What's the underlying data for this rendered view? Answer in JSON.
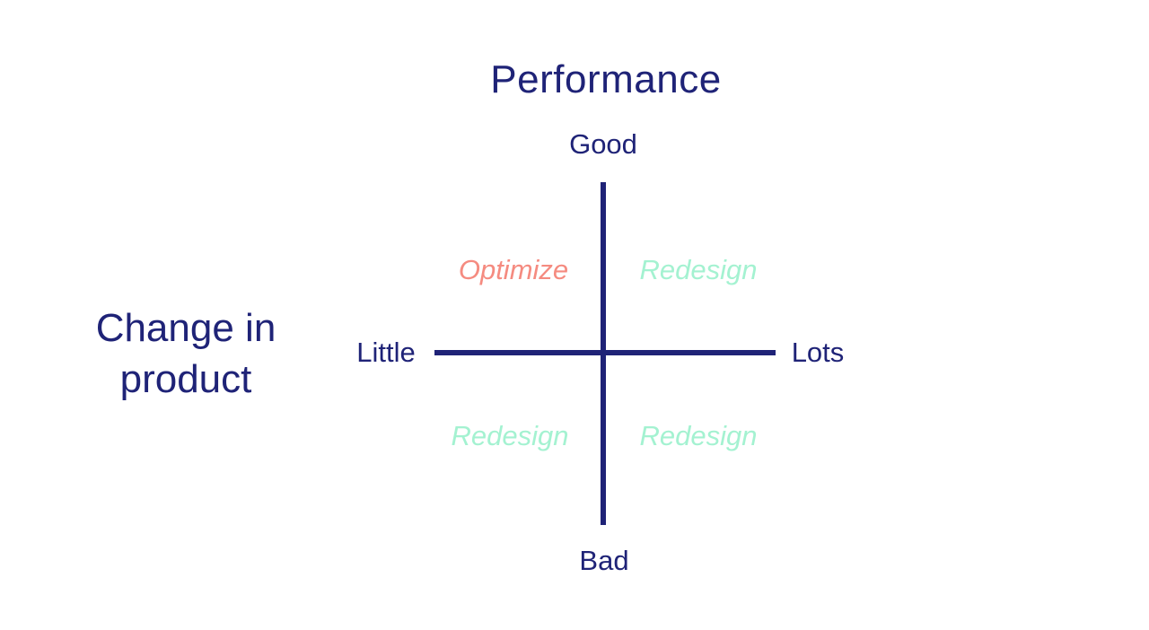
{
  "diagram": {
    "title": "Performance",
    "y_axis": {
      "top_label": "Good",
      "bottom_label": "Bad"
    },
    "x_axis": {
      "left_label": "Little",
      "right_label": "Lots"
    },
    "left_title": {
      "line1": "Change in",
      "line2": "product"
    },
    "quadrants": {
      "top_left": "Optimize",
      "top_right": "Redesign",
      "bottom_left": "Redesign",
      "bottom_right": "Redesign"
    },
    "colors": {
      "navy": "#1F2377",
      "salmon": "#F58B80",
      "mint": "#A4F2D1"
    }
  }
}
